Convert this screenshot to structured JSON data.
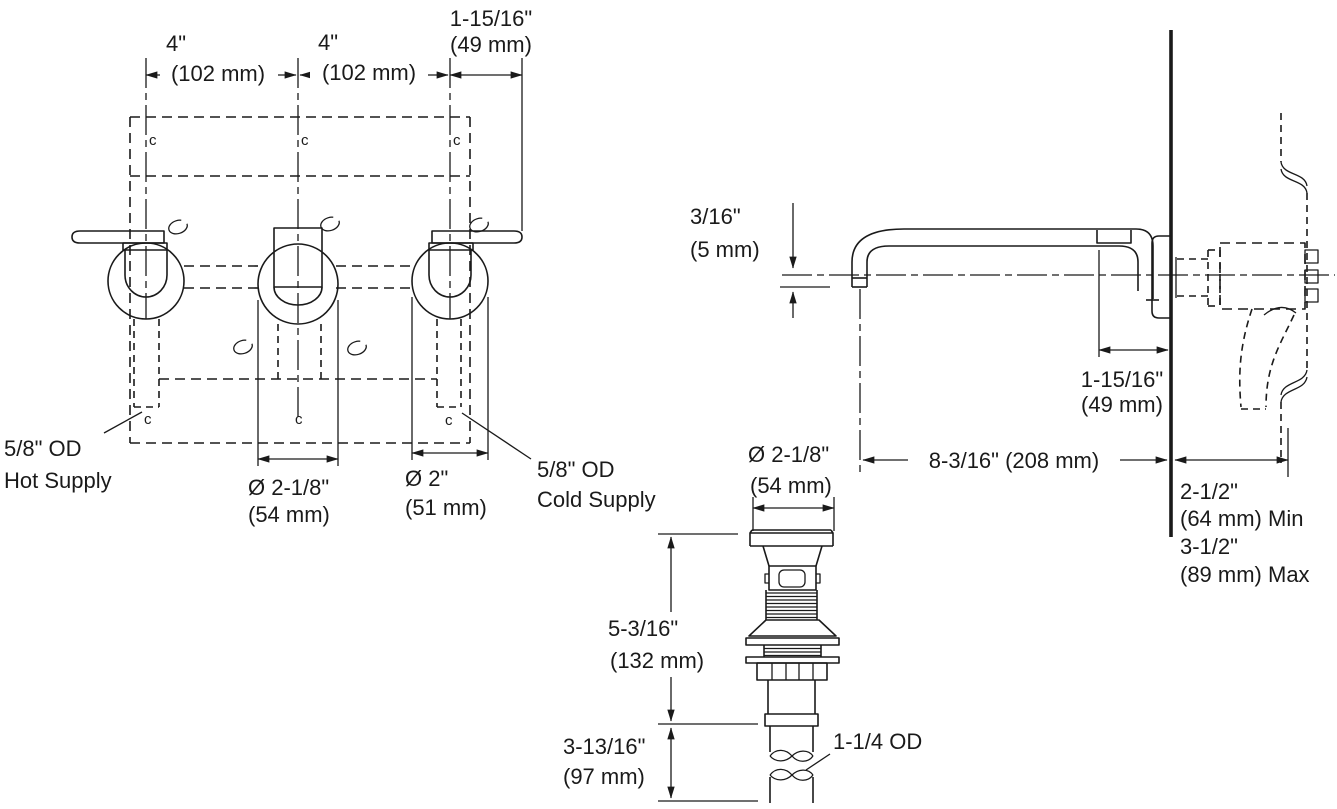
{
  "colors": {
    "line": "#1a1a1a",
    "background": "#ffffff"
  },
  "marks": {
    "centerline": "c"
  },
  "front_view": {
    "dims": {
      "left_spacing_in": "4\"",
      "left_spacing_mm": "(102 mm)",
      "right_spacing_in": "4\"",
      "right_spacing_mm": "(102 mm)",
      "handle_end_in": "1-15/16\"",
      "handle_end_mm": "(49 mm)",
      "spout_escutcheon_in": "Ø 2-1/8\"",
      "spout_escutcheon_mm": "(54 mm)",
      "handle_escutcheon_in": "Ø 2\"",
      "handle_escutcheon_mm": "(51 mm)"
    },
    "labels": {
      "hot_supply_1": "5/8\" OD",
      "hot_supply_2": "Hot Supply",
      "cold_supply_1": "5/8\" OD",
      "cold_supply_2": "Cold Supply"
    }
  },
  "side_view": {
    "dims": {
      "spout_drop_in": "3/16\"",
      "spout_drop_mm": "(5 mm)",
      "spout_offset_in": "1-15/16\"",
      "spout_offset_mm": "(49 mm)",
      "spout_reach": "8-3/16\" (208 mm)",
      "wall_depth_min_in": "2-1/2\"",
      "wall_depth_min_mm": "(64 mm) Min",
      "wall_depth_max_in": "3-1/2\"",
      "wall_depth_max_mm": "(89 mm) Max"
    }
  },
  "drain_view": {
    "dims": {
      "flange_dia_in": "Ø 2-1/8\"",
      "flange_dia_mm": "(54 mm)",
      "overall_in": "5-3/16\"",
      "overall_mm": "(132 mm)",
      "tailpiece_in": "3-13/16\"",
      "tailpiece_mm": "(97 mm)",
      "tailpiece_od": "1-1/4 OD"
    }
  }
}
